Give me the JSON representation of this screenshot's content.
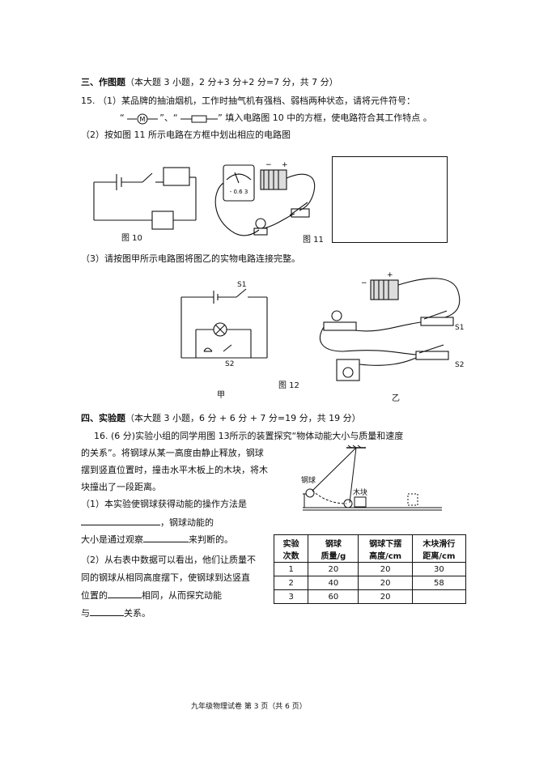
{
  "section3": {
    "title": "三、作图题",
    "note": "（本大题 3 小题，2 分+3 分+2 分=7 分，共 7 分）"
  },
  "q15": {
    "line1": "15.  （1）某品牌的抽油烟机，工作时抽气机有强档、弱档两种状态，请将元件符号：",
    "sym_open": "“",
    "sym_mid": "”、“",
    "line2_rest": "” 填入电路图 10 中的方框，使电路符合其工作特点 。",
    "part2": "（2）按如图 11 所示电路在方框中划出相应的电路图",
    "part3": "（3）请按图甲所示电路图将图乙的实物电路连接完整。"
  },
  "figures": {
    "fig10": "图 10",
    "fig11": "图 11",
    "fig12": "图 12",
    "jia": "甲",
    "yi": "乙",
    "s1": "S1",
    "s2": "S2",
    "meter_scale": "- 0.6 3",
    "ball_label": "钢球",
    "block_label": "木块"
  },
  "section4": {
    "title": "四、实验题",
    "note": "（本大题 3 小题，6 分 + 6 分 + 7 分=19 分，共 19 分）"
  },
  "q16": {
    "line1": "16.    (6 分)实验小组的同学用图 13所示的装置探究“物体动能大小与质量和速度",
    "line2": "的关系”。将钢球从某一高度由静止释放，钢球",
    "line3": "摆到竖直位置时，撞击水平木板上的木块，将木",
    "line4": "块撞出了一段距离。",
    "p1a": "（1）本实验使钢球获得动能的操作方法是",
    "p1b": "，钢球动能的",
    "p1c": "大小是通过观察",
    "p1d": "来判断的。",
    "p2a": "（2）从右表中数据可以看出，他们让质量不",
    "p2b": "同的钢球从相同高度摆下，使钢球到达竖直",
    "p2c": "位置的",
    "p2d": "相同，从而探究动能",
    "p2e": "与",
    "p2f": "关系。"
  },
  "table": {
    "headers": [
      [
        "实验",
        "次数"
      ],
      [
        "钢球",
        "质量/g"
      ],
      [
        "钢球下摆",
        "高度/cm"
      ],
      [
        "木块滑行",
        "距离/cm"
      ]
    ],
    "rows": [
      [
        "1",
        "20",
        "20",
        "30"
      ],
      [
        "2",
        "40",
        "20",
        "58"
      ],
      [
        "3",
        "60",
        "20",
        ""
      ]
    ]
  },
  "footer": "九年级物理试卷   第 3 页（共 6 页）"
}
